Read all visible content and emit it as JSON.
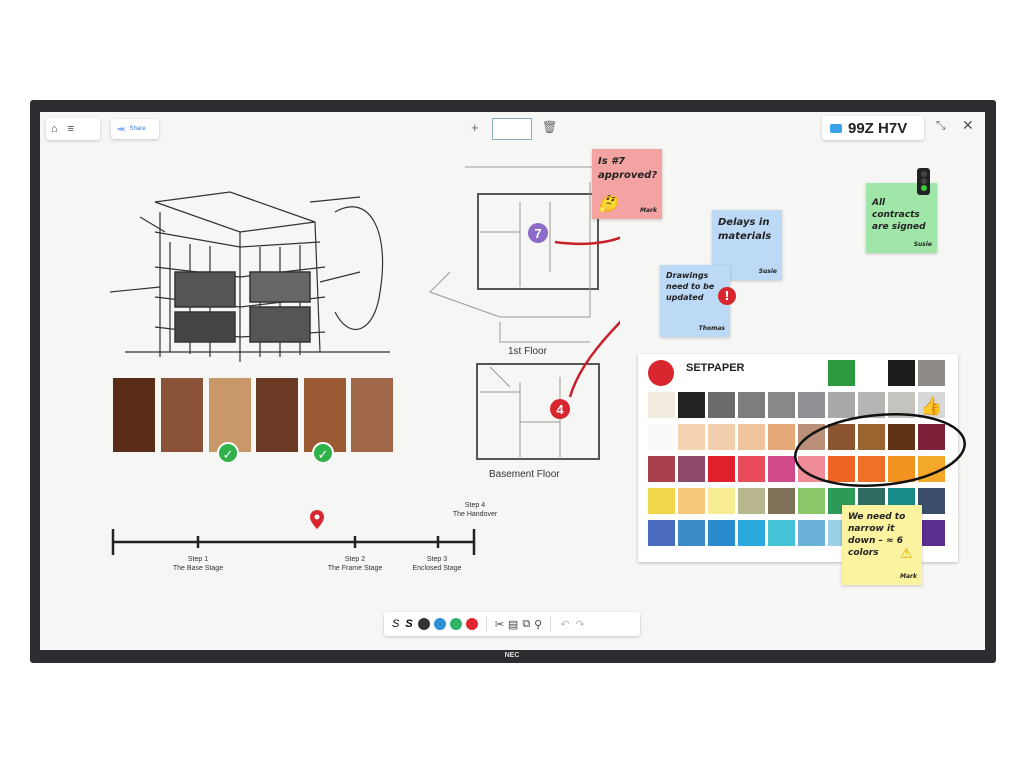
{
  "toolbar_left": {
    "home_icon": "home-icon",
    "menu_icon": "hamburger-icon",
    "share_label": "Share"
  },
  "toolbar_center": {
    "add_icon": "+",
    "page_value": "",
    "delete_icon": "trash-icon"
  },
  "session": {
    "code": "99Z H7V",
    "cast_icon": "cast-icon",
    "minimize_icon": "collapse-icon",
    "close_icon": "close-icon"
  },
  "notes": [
    {
      "text": "Is #7 approved?",
      "author": "Mark",
      "color": "#f4a3a3",
      "emoji": "thinking-face"
    },
    {
      "text": "Delays in materials",
      "author": "Susie",
      "color": "#bcd9f5"
    },
    {
      "text": "Drawings need to be updated",
      "author": "Thomas",
      "color": "#bcd9f5",
      "badge": "alert"
    },
    {
      "text": "All contracts are signed",
      "author": "Susie",
      "color": "#9fe6a8",
      "badge": "traffic-light-green"
    },
    {
      "text": "We need to narrow it down – ≈ 6 colors",
      "author": "Mark",
      "color": "#fbf3a0",
      "badge": "warning"
    }
  ],
  "plans": {
    "first_floor": "1st Floor",
    "basement_floor": "Basement Floor",
    "marker_7": "7",
    "marker_4": "4"
  },
  "woods": {
    "colors": [
      "#5a2c18",
      "#8a5236",
      "#c89868",
      "#6a3a24",
      "#9a5a34",
      "#a06848"
    ],
    "selected": [
      2,
      4
    ]
  },
  "timeline": {
    "steps": [
      {
        "title": "Step 1",
        "name": "The Base Stage"
      },
      {
        "title": "Step 2",
        "name": "The Frame Stage"
      },
      {
        "title": "Step 3",
        "name": "Enclosed Stage"
      },
      {
        "title": "Step 4",
        "name": "The Handover"
      }
    ],
    "pin_icon": "location-pin-icon"
  },
  "palette": {
    "brand": "SETPAPER",
    "top_row": {
      "6": "#2e9a40",
      "7": "#ffffff",
      "8": "#1c1c1c",
      "9": "#8e8a86"
    },
    "rows": [
      [
        "#f3ece0",
        "#222222",
        "#6b6b6b",
        "#7d7d7d",
        "#888888",
        "#8f9095",
        "#a8a9ab",
        "#b5b5b5",
        "#c5c3be",
        "#d8d8d8"
      ],
      [
        "#fafafa",
        "#f5d2b0",
        "#f3cfae",
        "#f0c49c",
        "#e5a878",
        "#b98f78",
        "#8a5530",
        "#9a6430",
        "#5e3212",
        "#7d2038"
      ],
      [
        "#a8404e",
        "#8e4a6a",
        "#e0202c",
        "#e94b5a",
        "#d04a8a",
        "#ef8c98",
        "#ee6422",
        "#f07028",
        "#f39420",
        "#f4a82a"
      ],
      [
        "#f1d84a",
        "#f6c87a",
        "#f7ec92",
        "#b8b890",
        "#7e7358",
        "#8ac86a",
        "#2e9a58",
        "#2e6c62",
        "#178c8a",
        "#3a4e6a"
      ],
      [
        "#4a6ac0",
        "#3a8ac6",
        "#2a8ccc",
        "#29a8de",
        "#46c2d6",
        "#6ab0d8",
        "#9ad0e6",
        "#8ab0d6",
        "#7a6ab6",
        "#5a2e8e"
      ]
    ]
  },
  "bottom_toolbar": {
    "pens": [
      "pen-thin",
      "pen-thick"
    ],
    "colors": [
      "#333333",
      "#2d8fd6",
      "#2fb36a",
      "#e0262f"
    ],
    "tools": [
      "scissors-icon",
      "frame-icon",
      "copy-icon",
      "connector-icon"
    ],
    "undo": "↶",
    "redo": "↷"
  },
  "brand": "NEC"
}
